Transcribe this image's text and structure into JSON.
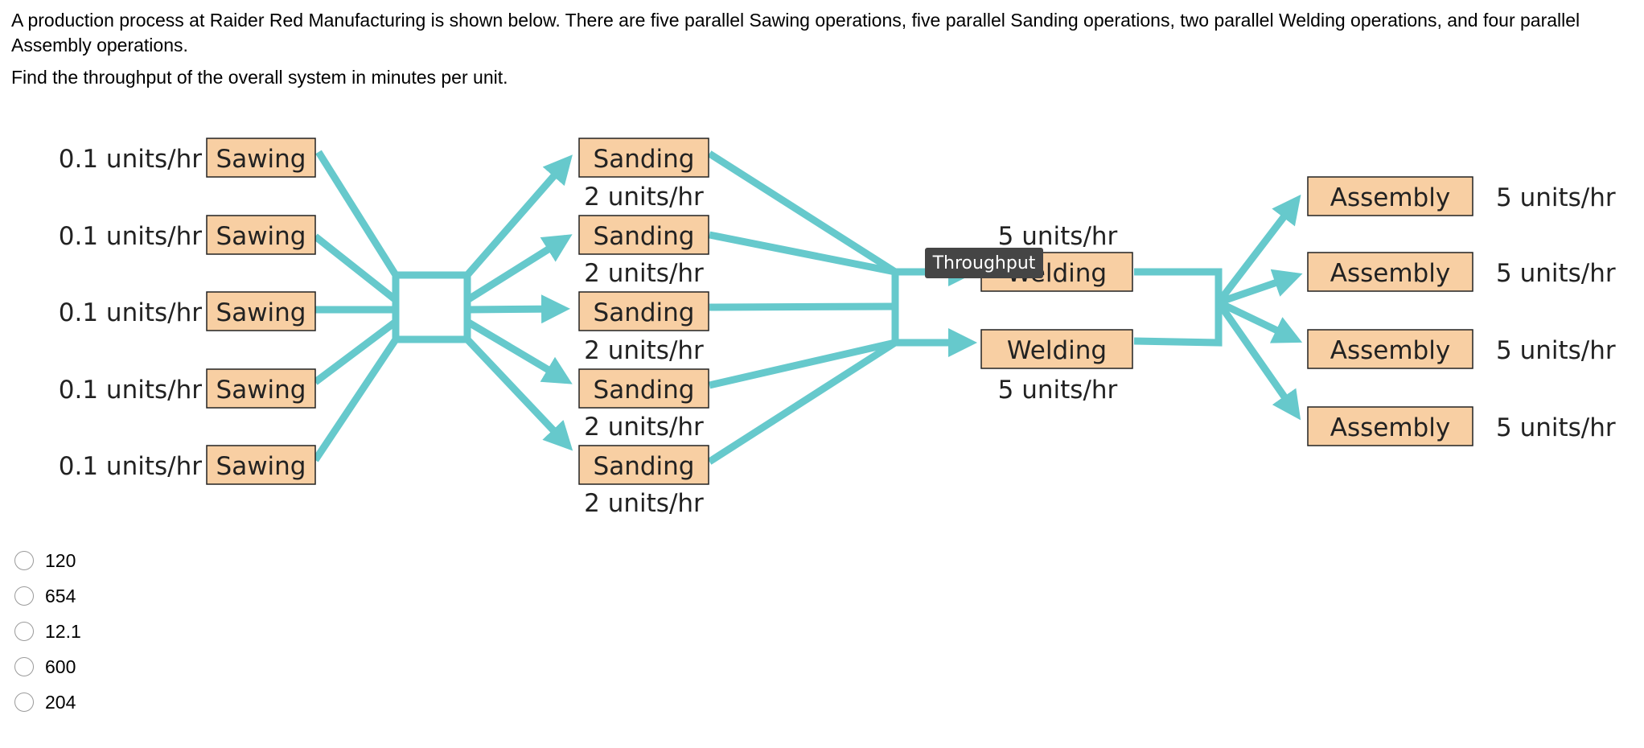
{
  "question": {
    "intro": "A production process at Raider Red Manufacturing is shown below. There are five parallel Sawing operations, five parallel Sanding operations, two parallel Welding operations, and four parallel Assembly operations.",
    "prompt": "Find the throughput of the overall system in minutes per unit."
  },
  "diagram": {
    "arrow_color": "#66c9cc",
    "box_color": "#f8cfa3",
    "sawing": [
      {
        "label": "Sawing",
        "rate": "0.1 units/hr"
      },
      {
        "label": "Sawing",
        "rate": "0.1 units/hr"
      },
      {
        "label": "Sawing",
        "rate": "0.1 units/hr"
      },
      {
        "label": "Sawing",
        "rate": "0.1 units/hr"
      },
      {
        "label": "Sawing",
        "rate": "0.1 units/hr"
      }
    ],
    "sanding": [
      {
        "label": "Sanding",
        "rate": "2 units/hr"
      },
      {
        "label": "Sanding",
        "rate": "2 units/hr"
      },
      {
        "label": "Sanding",
        "rate": "2 units/hr"
      },
      {
        "label": "Sanding",
        "rate": "2 units/hr"
      },
      {
        "label": "Sanding",
        "rate": "2 units/hr"
      }
    ],
    "welding": [
      {
        "label": "Welding",
        "rate": "5 units/hr"
      },
      {
        "label": "Welding",
        "rate": "5 units/hr"
      }
    ],
    "assembly": [
      {
        "label": "Assembly",
        "rate": "5 units/hr"
      },
      {
        "label": "Assembly",
        "rate": "5 units/hr"
      },
      {
        "label": "Assembly",
        "rate": "5 units/hr"
      },
      {
        "label": "Assembly",
        "rate": "5 units/hr"
      }
    ],
    "tooltip": "Throughput"
  },
  "options": [
    {
      "label": "120"
    },
    {
      "label": "654"
    },
    {
      "label": "12.1"
    },
    {
      "label": "600"
    },
    {
      "label": "204"
    }
  ]
}
